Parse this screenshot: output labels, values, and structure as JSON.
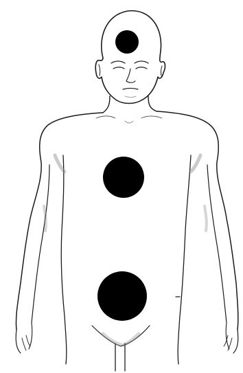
{
  "figure": {
    "subject": "human-figure-line-drawing",
    "style": "pencil-sketch",
    "colors": {
      "background": "#ffffff",
      "outline": "#1a1a1a",
      "shading": "#8a8a8a",
      "marker": "#000000"
    },
    "markers": [
      {
        "name": "head-marker",
        "region": "forehead"
      },
      {
        "name": "chest-marker",
        "region": "chest"
      },
      {
        "name": "pelvis-marker",
        "region": "lower-abdomen"
      }
    ]
  }
}
